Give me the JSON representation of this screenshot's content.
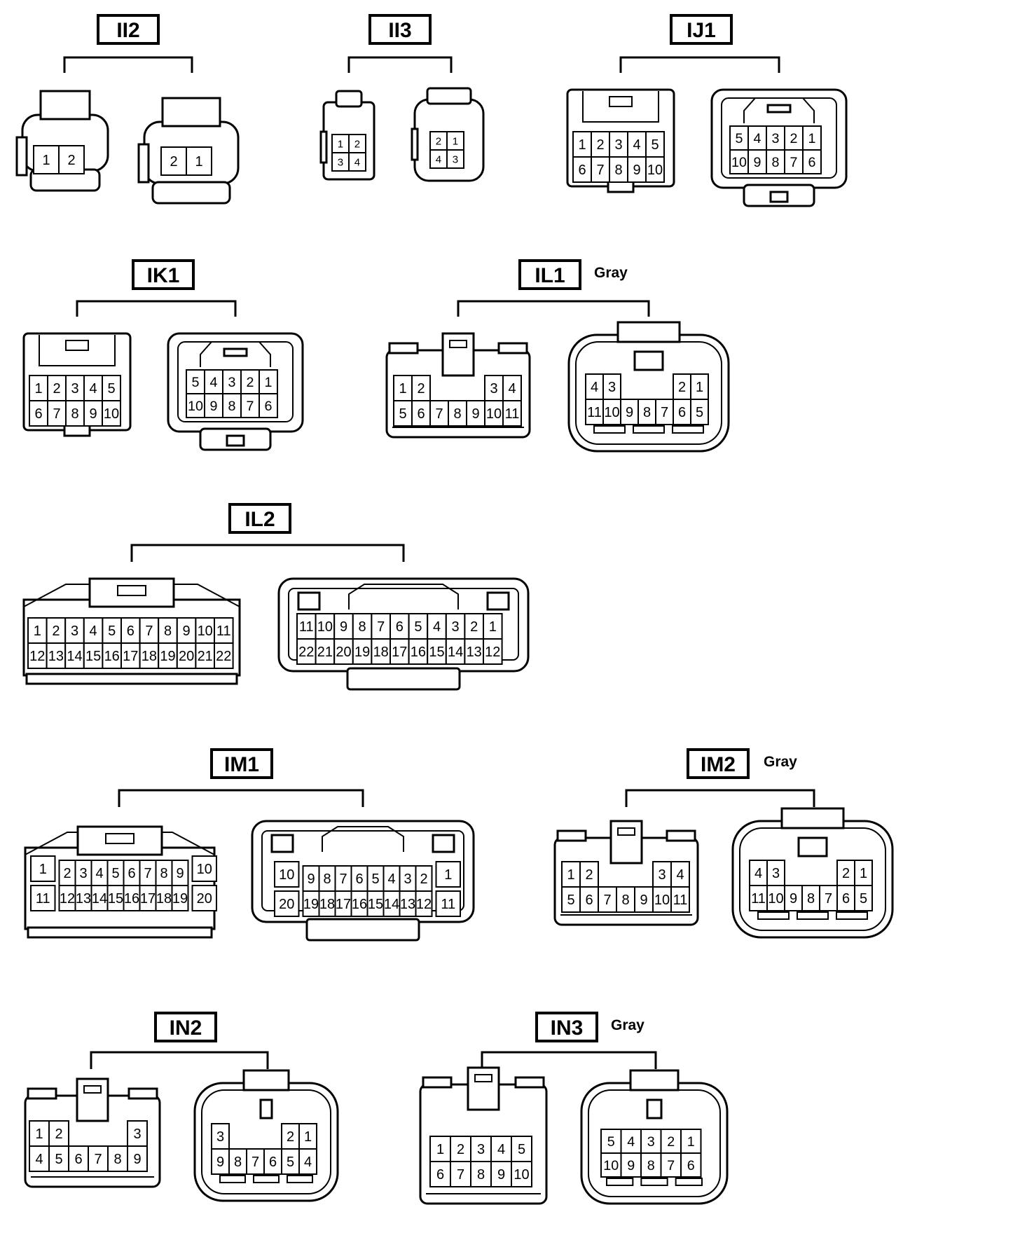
{
  "connectors": [
    {
      "id": "II2",
      "note": "",
      "left": {
        "type": "rows",
        "rows": [
          [
            "1",
            "2"
          ]
        ]
      },
      "right": {
        "type": "rows",
        "rows": [
          [
            "2",
            "1"
          ]
        ]
      }
    },
    {
      "id": "II3",
      "note": "",
      "left": {
        "type": "rows",
        "rows": [
          [
            "1",
            "2"
          ],
          [
            "3",
            "4"
          ]
        ]
      },
      "right": {
        "type": "rows",
        "rows": [
          [
            "2",
            "1"
          ],
          [
            "4",
            "3"
          ]
        ]
      }
    },
    {
      "id": "IJ1",
      "note": "",
      "left": {
        "type": "rows",
        "rows": [
          [
            "1",
            "2",
            "3",
            "4",
            "5"
          ],
          [
            "6",
            "7",
            "8",
            "9",
            "10"
          ]
        ]
      },
      "right": {
        "type": "rows",
        "rows": [
          [
            "5",
            "4",
            "3",
            "2",
            "1"
          ],
          [
            "10",
            "9",
            "8",
            "7",
            "6"
          ]
        ]
      }
    },
    {
      "id": "IK1",
      "note": "",
      "left": {
        "type": "rows",
        "rows": [
          [
            "1",
            "2",
            "3",
            "4",
            "5"
          ],
          [
            "6",
            "7",
            "8",
            "9",
            "10"
          ]
        ]
      },
      "right": {
        "type": "rows",
        "rows": [
          [
            "5",
            "4",
            "3",
            "2",
            "1"
          ],
          [
            "10",
            "9",
            "8",
            "7",
            "6"
          ]
        ]
      }
    },
    {
      "id": "IL1",
      "note": "Gray",
      "left": {
        "type": "rows",
        "rows": [
          [
            "1",
            "2",
            "",
            "",
            "",
            "3",
            "4"
          ],
          [
            "5",
            "6",
            "7",
            "8",
            "9",
            "10",
            "11"
          ]
        ]
      },
      "right": {
        "type": "rows",
        "rows": [
          [
            "4",
            "3",
            "",
            "",
            "",
            "2",
            "1"
          ],
          [
            "11",
            "10",
            "9",
            "8",
            "7",
            "6",
            "5"
          ]
        ]
      }
    },
    {
      "id": "IL2",
      "note": "",
      "left": {
        "type": "rows",
        "rows": [
          [
            "1",
            "2",
            "3",
            "4",
            "5",
            "6",
            "7",
            "8",
            "9",
            "10",
            "11"
          ],
          [
            "12",
            "13",
            "14",
            "15",
            "16",
            "17",
            "18",
            "19",
            "20",
            "21",
            "22"
          ]
        ]
      },
      "right": {
        "type": "rows",
        "rows": [
          [
            "11",
            "10",
            "9",
            "8",
            "7",
            "6",
            "5",
            "4",
            "3",
            "2",
            "1"
          ],
          [
            "22",
            "21",
            "20",
            "19",
            "18",
            "17",
            "16",
            "15",
            "14",
            "13",
            "12"
          ]
        ]
      }
    },
    {
      "id": "IM1",
      "note": "",
      "left": {
        "type": "side",
        "sideL": [
          "1",
          "11"
        ],
        "sideR": [
          "10",
          "20"
        ],
        "mid": [
          [
            "2",
            "3",
            "4",
            "5",
            "6",
            "7",
            "8",
            "9"
          ],
          [
            "12",
            "13",
            "14",
            "15",
            "16",
            "17",
            "18",
            "19"
          ]
        ]
      },
      "right": {
        "type": "side",
        "sideL": [
          "10",
          "20"
        ],
        "sideR": [
          "1",
          "11"
        ],
        "mid": [
          [
            "9",
            "8",
            "7",
            "6",
            "5",
            "4",
            "3",
            "2"
          ],
          [
            "19",
            "18",
            "17",
            "16",
            "15",
            "14",
            "13",
            "12"
          ]
        ]
      }
    },
    {
      "id": "IM2",
      "note": "Gray",
      "left": {
        "type": "rows",
        "rows": [
          [
            "1",
            "2",
            "",
            "",
            "",
            "3",
            "4"
          ],
          [
            "5",
            "6",
            "7",
            "8",
            "9",
            "10",
            "11"
          ]
        ]
      },
      "right": {
        "type": "rows",
        "rows": [
          [
            "4",
            "3",
            "",
            "",
            "",
            "2",
            "1"
          ],
          [
            "11",
            "10",
            "9",
            "8",
            "7",
            "6",
            "5"
          ]
        ]
      }
    },
    {
      "id": "IN2",
      "note": "",
      "left": {
        "type": "rows",
        "rows": [
          [
            "1",
            "2",
            "",
            "",
            "",
            "3"
          ],
          [
            "4",
            "5",
            "6",
            "7",
            "8",
            "9"
          ]
        ]
      },
      "right": {
        "type": "rows",
        "rows": [
          [
            "3",
            "",
            "",
            "",
            "2",
            "1"
          ],
          [
            "9",
            "8",
            "7",
            "6",
            "5",
            "4"
          ]
        ]
      }
    },
    {
      "id": "IN3",
      "note": "Gray",
      "left": {
        "type": "rows",
        "rows": [
          [
            "1",
            "2",
            "3",
            "4",
            "5"
          ],
          [
            "6",
            "7",
            "8",
            "9",
            "10"
          ]
        ]
      },
      "right": {
        "type": "rows",
        "rows": [
          [
            "5",
            "4",
            "3",
            "2",
            "1"
          ],
          [
            "10",
            "9",
            "8",
            "7",
            "6"
          ]
        ]
      }
    }
  ]
}
